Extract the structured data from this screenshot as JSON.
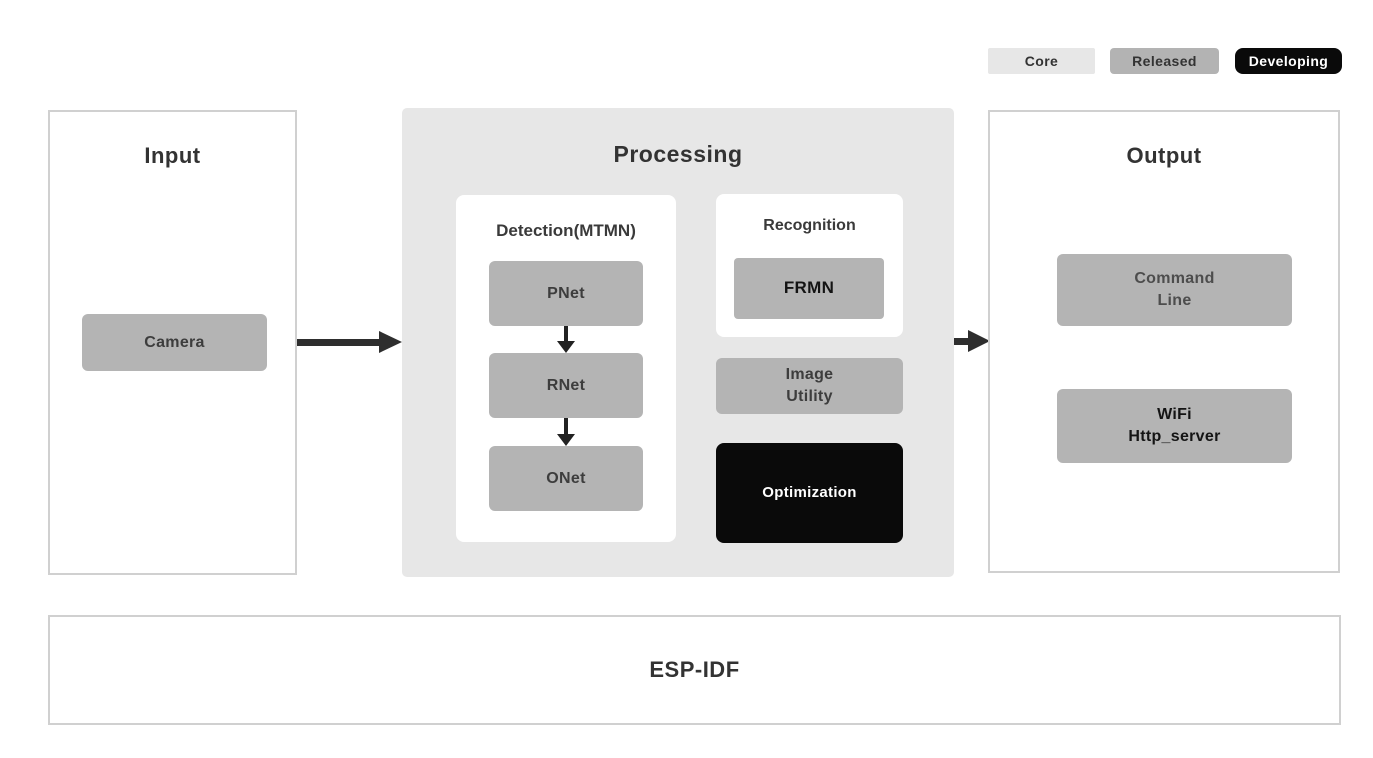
{
  "legend": {
    "items": [
      {
        "label": "Core",
        "bg": "#e7e7e7",
        "fg": "#333333"
      },
      {
        "label": "Released",
        "bg": "#b3b3b3",
        "fg": "#333333"
      },
      {
        "label": "Developing",
        "bg": "#0a0a0a",
        "fg": "#ffffff"
      }
    ]
  },
  "input": {
    "title": "Input",
    "nodes": {
      "camera": "Camera"
    }
  },
  "processing": {
    "title": "Processing",
    "detection": {
      "title": "Detection(MTMN)",
      "nodes": {
        "pnet": "PNet",
        "rnet": "RNet",
        "onet": "ONet"
      }
    },
    "recognition": {
      "title": "Recognition",
      "nodes": {
        "frmn": "FRMN"
      }
    },
    "image_utility": "Image\nUtility",
    "optimization": "Optimization"
  },
  "output": {
    "title": "Output",
    "nodes": {
      "command_line": "Command\nLine",
      "wifi_http_server": "WiFi\nHttp_server"
    }
  },
  "platform": {
    "title": "ESP-IDF"
  },
  "colors": {
    "processing_bg": "#e7e7e7",
    "node_gray": "#b4b4b4",
    "developing_black": "#0a0a0a",
    "panel_border": "#d0d0d0",
    "arrow": "#2e2e2e",
    "title_text": "#333333",
    "node_text": "#3d3d3d",
    "node_text_dark": "#141414",
    "node_text_light": "#4d4d4d"
  }
}
